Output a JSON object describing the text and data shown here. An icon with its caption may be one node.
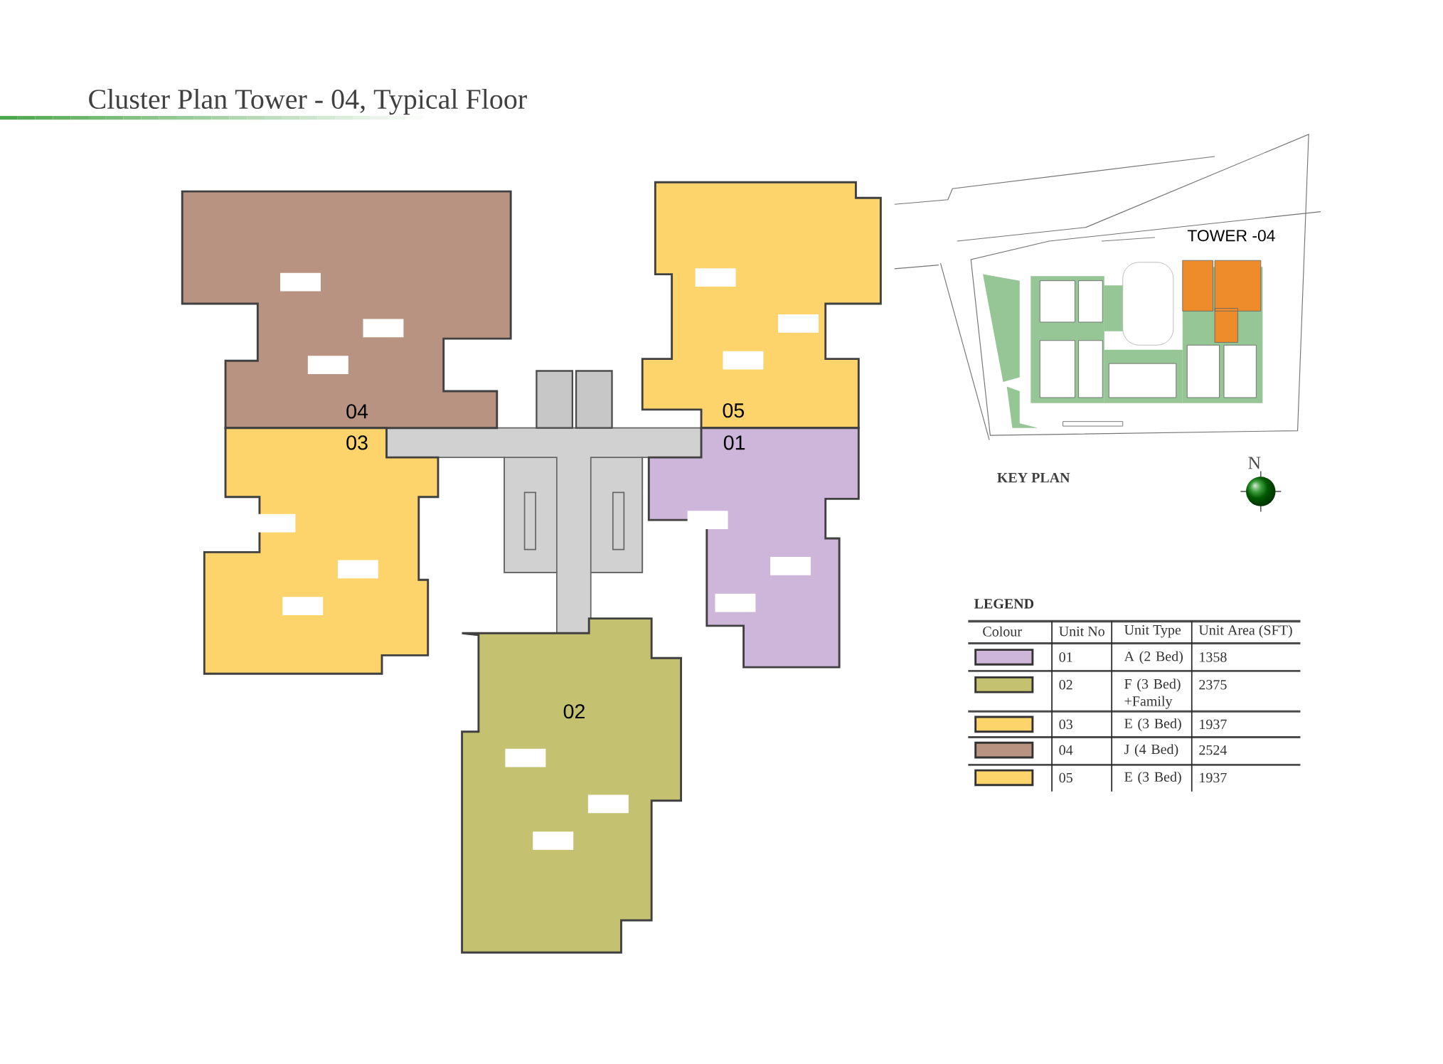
{
  "diagram": {
    "title": "Cluster Plan Tower - 04, Typical Floor",
    "nodes": [
      {
        "text": [
          "04"
        ]
      },
      {
        "text": [
          "05"
        ]
      },
      {
        "text": [
          "03"
        ]
      },
      {
        "text": [
          "01"
        ]
      },
      {
        "text": [
          "02"
        ]
      }
    ],
    "labels": [
      "TOWER -04",
      "KEY PLAN",
      "N",
      "LEGEND",
      "Colour",
      "Unit No",
      "Unit Type",
      "Unit Area (SFT)",
      "A (2 Bed)",
      "1358",
      "F (3 Bed) +Family",
      "2375",
      "E (3 Bed)",
      "1937",
      "J (4 Bed)",
      "2524",
      "E (3 Bed)",
      "1937"
    ],
    "legend": [
      {
        "text": "01",
        "color": "#cdb6d9"
      },
      {
        "text": "02",
        "color": "#c4c170"
      },
      {
        "text": "03",
        "color": "#fdd46b"
      },
      {
        "text": "04",
        "color": "#b89381"
      },
      {
        "text": "05",
        "color": "#fdd46b"
      }
    ]
  }
}
